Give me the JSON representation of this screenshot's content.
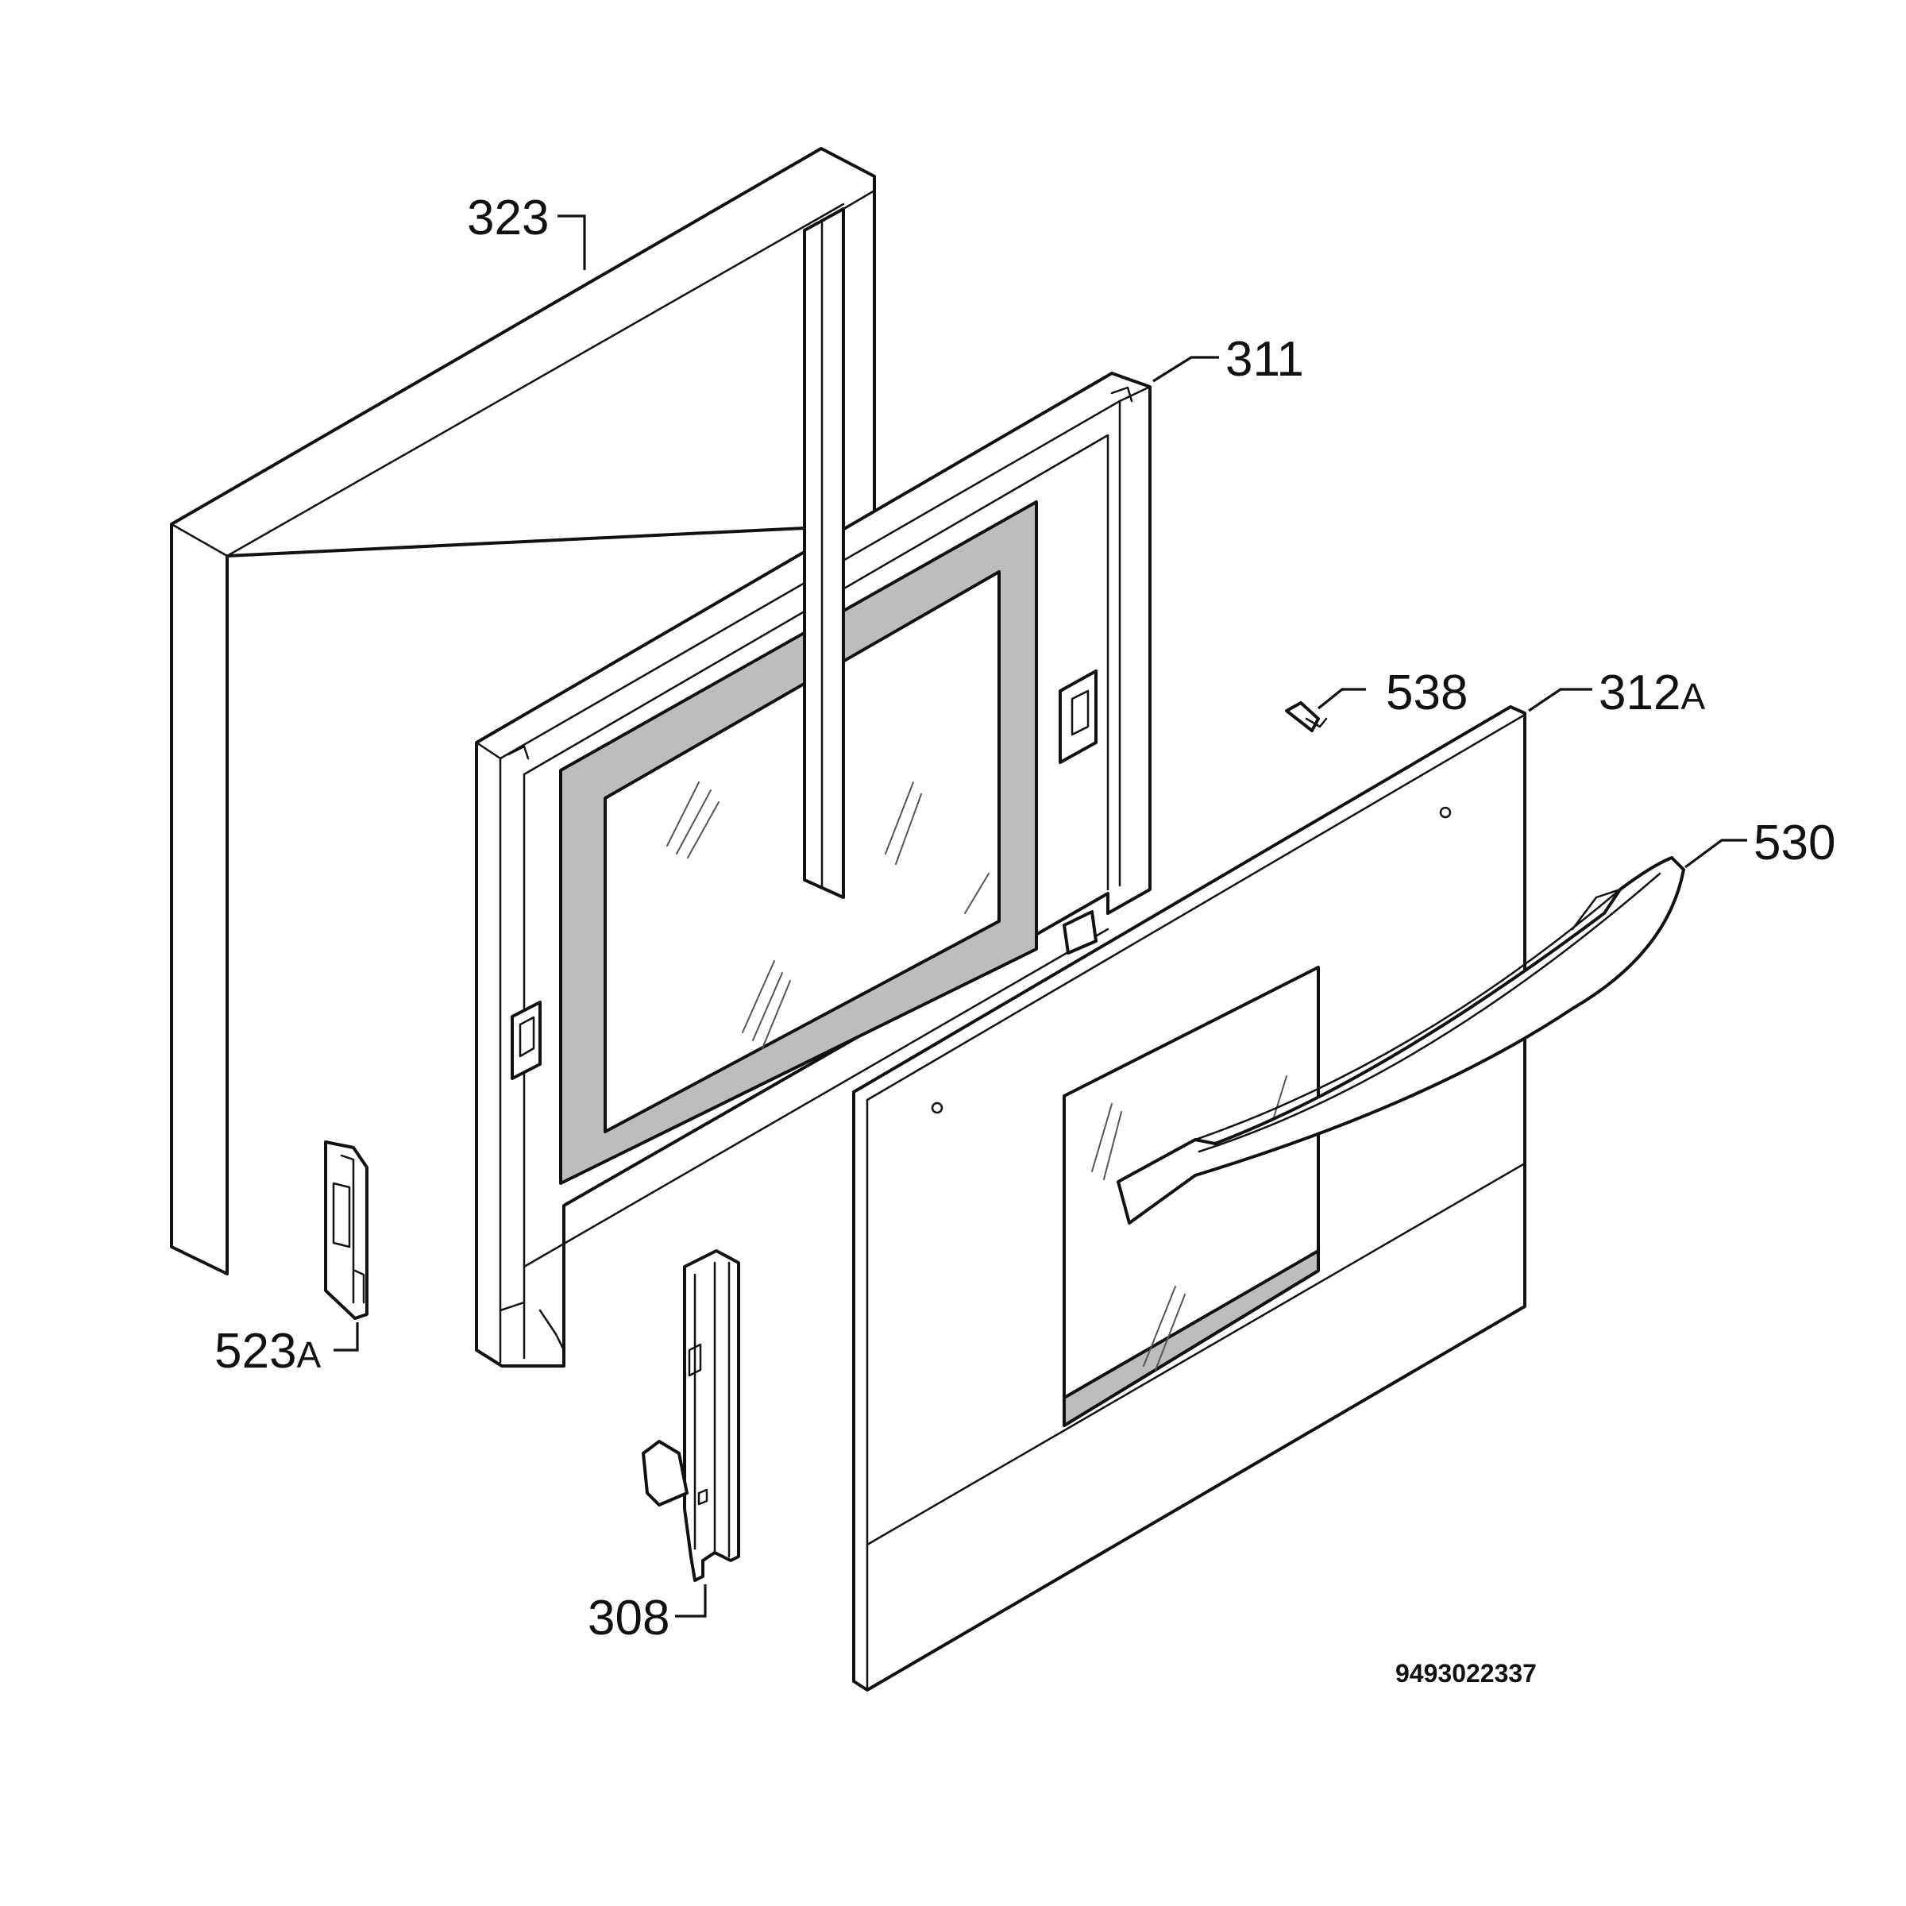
{
  "diagram": {
    "parts": [
      {
        "id": "323",
        "name": "door frame"
      },
      {
        "id": "311",
        "name": "inner door panel"
      },
      {
        "id": "538",
        "name": "screw"
      },
      {
        "id": "312",
        "suffix": "A",
        "name": "outer door glass"
      },
      {
        "id": "530",
        "name": "door handle"
      },
      {
        "id": "523",
        "suffix": "A",
        "name": "hinge receiver"
      },
      {
        "id": "308",
        "name": "hinge"
      }
    ],
    "drawing_code": "9493022337"
  }
}
